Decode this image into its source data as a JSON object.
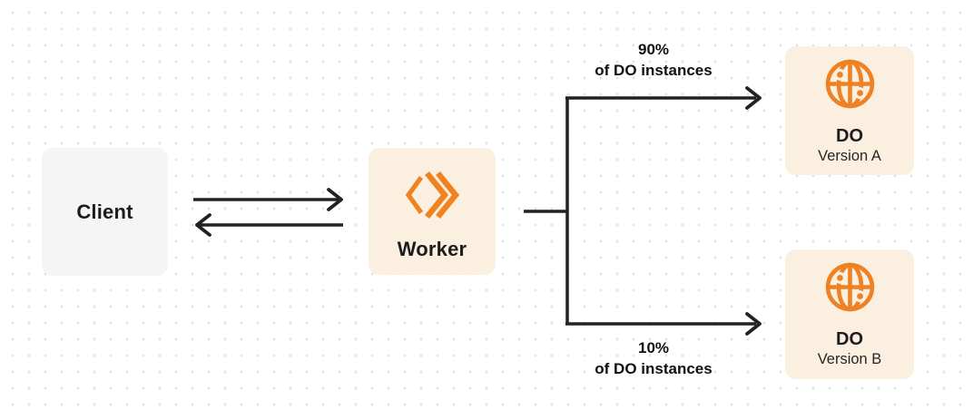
{
  "nodes": {
    "client": {
      "label": "Client"
    },
    "worker": {
      "label": "Worker",
      "icon": "workers-logo-icon"
    },
    "do_version_a": {
      "title": "DO",
      "subtitle": "Version A",
      "icon": "globe-icon"
    },
    "do_version_b": {
      "title": "DO",
      "subtitle": "Version B",
      "icon": "globe-icon"
    }
  },
  "edges": {
    "to_version_a": {
      "percent": "90%",
      "caption": "of DO instances"
    },
    "to_version_b": {
      "percent": "10%",
      "caption": "of DO instances"
    }
  },
  "colors": {
    "accent_orange": "#ee8123",
    "box_cream": "#fbf0df",
    "box_gray": "#f5f5f6",
    "line_dark": "#222222",
    "dot_grid": "#e2e2e2"
  }
}
